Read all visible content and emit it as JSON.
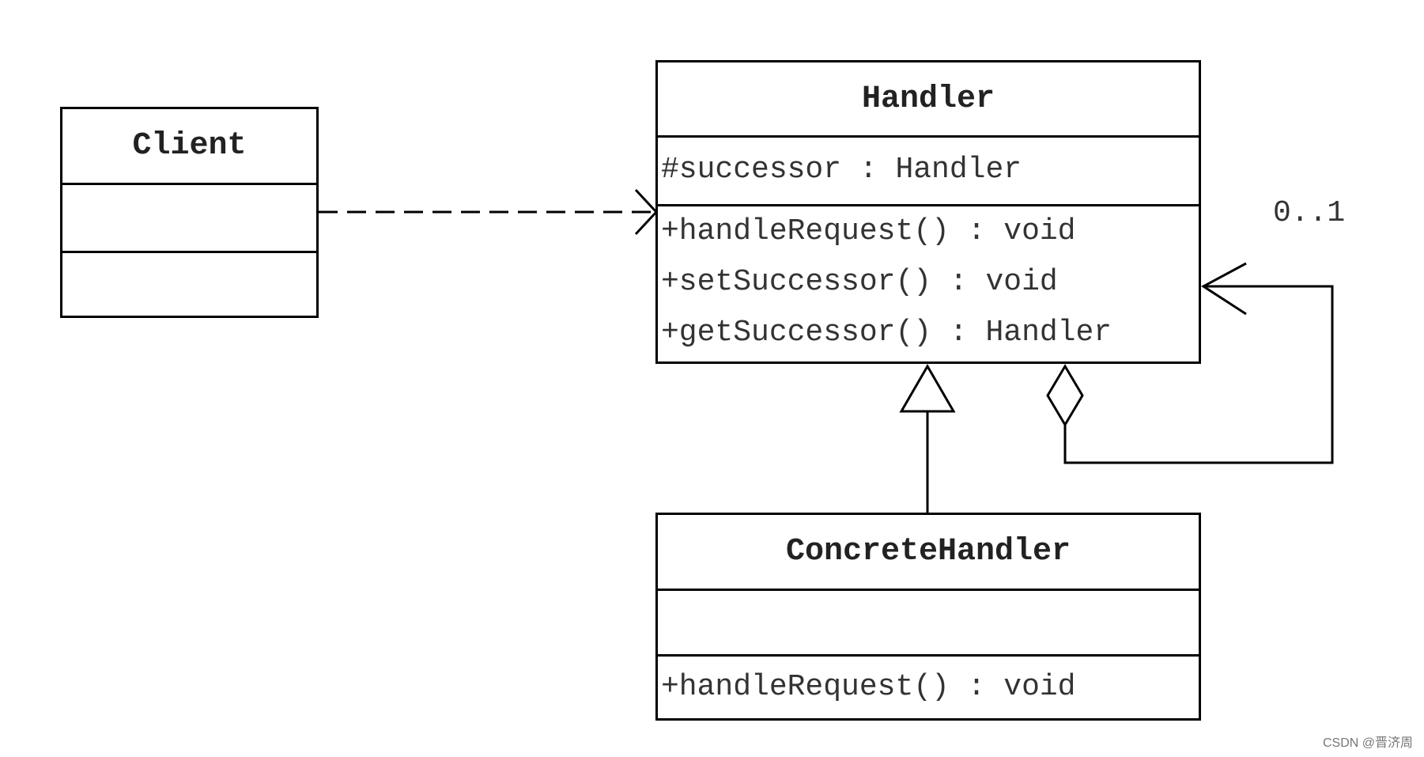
{
  "classes": {
    "client": {
      "name": "Client",
      "attributes": [],
      "operations": []
    },
    "handler": {
      "name": "Handler",
      "attributes": [
        "#successor : Handler"
      ],
      "operations": [
        "+handleRequest() : void",
        "+setSuccessor() : void",
        "+getSuccessor() : Handler"
      ]
    },
    "concrete": {
      "name": "ConcreteHandler",
      "attributes": [],
      "operations": [
        "+handleRequest() : void"
      ]
    }
  },
  "relations": {
    "dependency": {
      "from": "Client",
      "to": "Handler",
      "style": "dashed-open-arrow"
    },
    "generalization": {
      "from": "ConcreteHandler",
      "to": "Handler",
      "style": "hollow-triangle"
    },
    "aggregation": {
      "from": "Handler",
      "to": "Handler",
      "multiplicity": "0..1",
      "style": "hollow-diamond-open-arrow"
    }
  },
  "watermark": "CSDN @晋济周",
  "colors": {
    "line": "#000000",
    "text": "#333333",
    "background": "#ffffff"
  }
}
